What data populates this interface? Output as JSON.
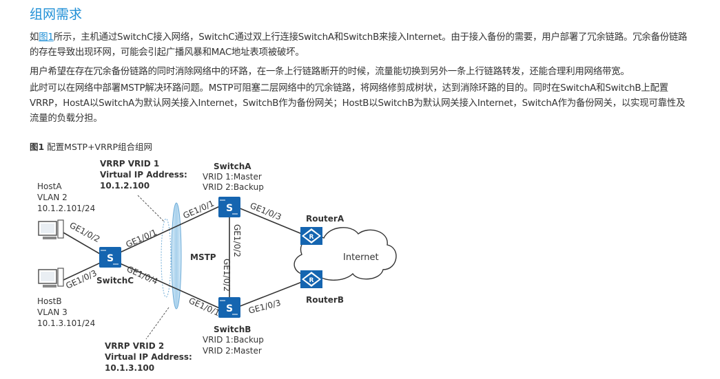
{
  "heading": "组网需求",
  "paragraphs": {
    "p1_pre": "如",
    "p1_link": "图1",
    "p1_post": "所示，主机通过SwitchC接入网络，SwitchC通过双上行连接SwitchA和SwitchB来接入Internet。由于接入备份的需要，用户部署了冗余链路。冗余备份链路的存在导致出现环网，可能会引起广播风暴和MAC地址表项被破坏。",
    "p2": "用户希望在存在冗余备份链路的同时消除网络中的环路，在一条上行链路断开的时候，流量能切换到另外一条上行链路转发，还能合理利用网络带宽。",
    "p3": "此时可以在网络中部署MSTP解决环路问题。MSTP可阻塞二层网络中的冗余链路，将网络修剪成树状，达到消除环路的目的。同时在SwitchA和SwitchB上配置VRRP，HostA以SwitchA为默认网关接入Internet，SwitchB作为备份网关；HostB以SwitchB为默认网关接入Internet，SwitchA作为备份网关，以实现可靠性及流量的负载分担。"
  },
  "figure": {
    "caption_num": "图1",
    "caption_text": " 配置MSTP+VRRP组合组网"
  },
  "diagram": {
    "vrrp1": {
      "line1": "VRRP VRID 1",
      "line2": "Virtual IP Address:",
      "line3": "10.1.2.100"
    },
    "vrrp2": {
      "line1": "VRRP VRID 2",
      "line2": "Virtual IP Address:",
      "line3": "10.1.3.100"
    },
    "switchA": {
      "name": "SwitchA",
      "l1": "VRID 1:Master",
      "l2": "VRID 2:Backup"
    },
    "switchB": {
      "name": "SwitchB",
      "l1": "VRID 1:Backup",
      "l2": "VRID 2:Master"
    },
    "switchC": {
      "name": "SwitchC"
    },
    "hostA": {
      "name": "HostA",
      "vlan": "VLAN 2",
      "ip": "10.1.2.101/24"
    },
    "hostB": {
      "name": "HostB",
      "vlan": "VLAN 3",
      "ip": "10.1.3.101/24"
    },
    "routerA": "RouterA",
    "routerB": "RouterB",
    "internet": "Internet",
    "mstp": "MSTP",
    "ports": {
      "hostA_c": "GE1/0/2",
      "hostB_c": "GE1/0/3",
      "c_a": "GE1/0/1",
      "c_b": "GE1/0/4",
      "a_c": "GE1/0/1",
      "b_c": "GE1/0/1",
      "a_b": "GE1/0/2",
      "b_a": "GE1/0/2",
      "a_r": "GE1/0/3",
      "b_r": "GE1/0/3"
    }
  },
  "colors": {
    "accent": "#1f8fd6",
    "switch": "#1565b0",
    "vrrp_region": "#9cc9e8"
  }
}
